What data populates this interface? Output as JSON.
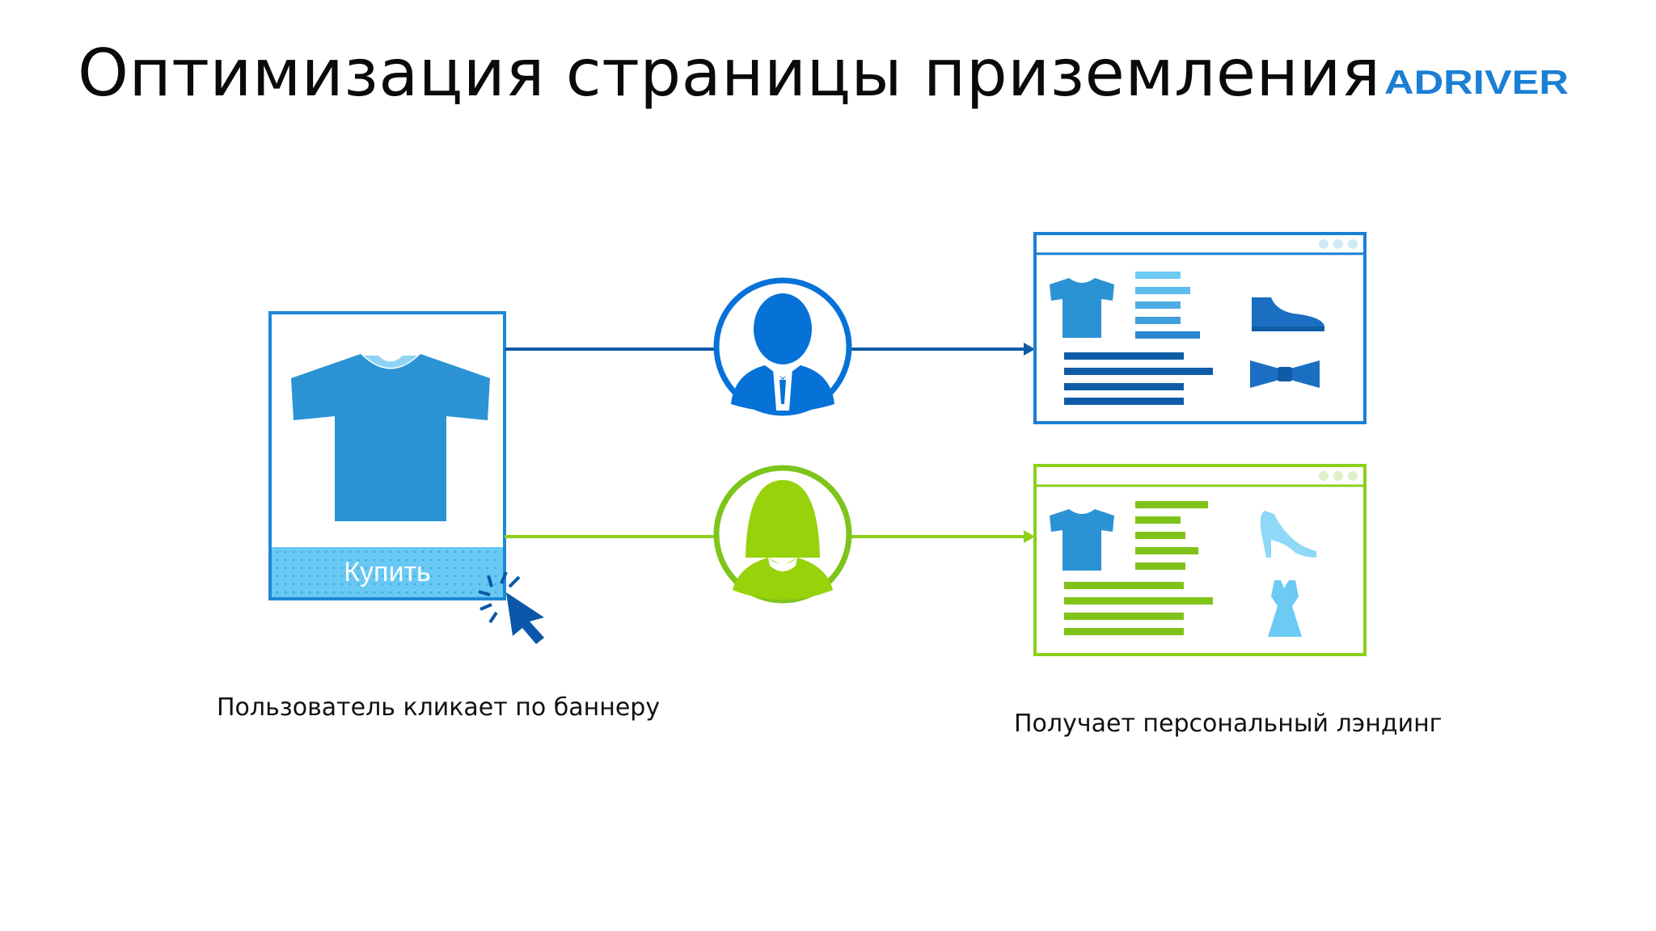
{
  "slide": {
    "title": "Оптимизация страницы приземления",
    "logo_text": "ADRIVER"
  },
  "banner": {
    "button_label": "Купить",
    "caption": "Пользователь кликает по баннеру"
  },
  "landing": {
    "caption": "Получает персональный лэндинг"
  },
  "colors": {
    "brand_blue": "#1b7fd4",
    "male_blue": "#0672d8",
    "female_green": "#97d20b",
    "shirt_blue": "#2b93d3",
    "light_blue": "#6ccaf3",
    "dark_blue": "#0f5ca6",
    "green_frame": "#8ccf1c",
    "green_bar": "#7fc31a"
  },
  "icons": [
    "tshirt-icon",
    "cursor-click-icon",
    "male-user-icon",
    "female-user-icon",
    "shoe-icon",
    "bow-tie-icon",
    "high-heel-icon",
    "dress-icon"
  ]
}
